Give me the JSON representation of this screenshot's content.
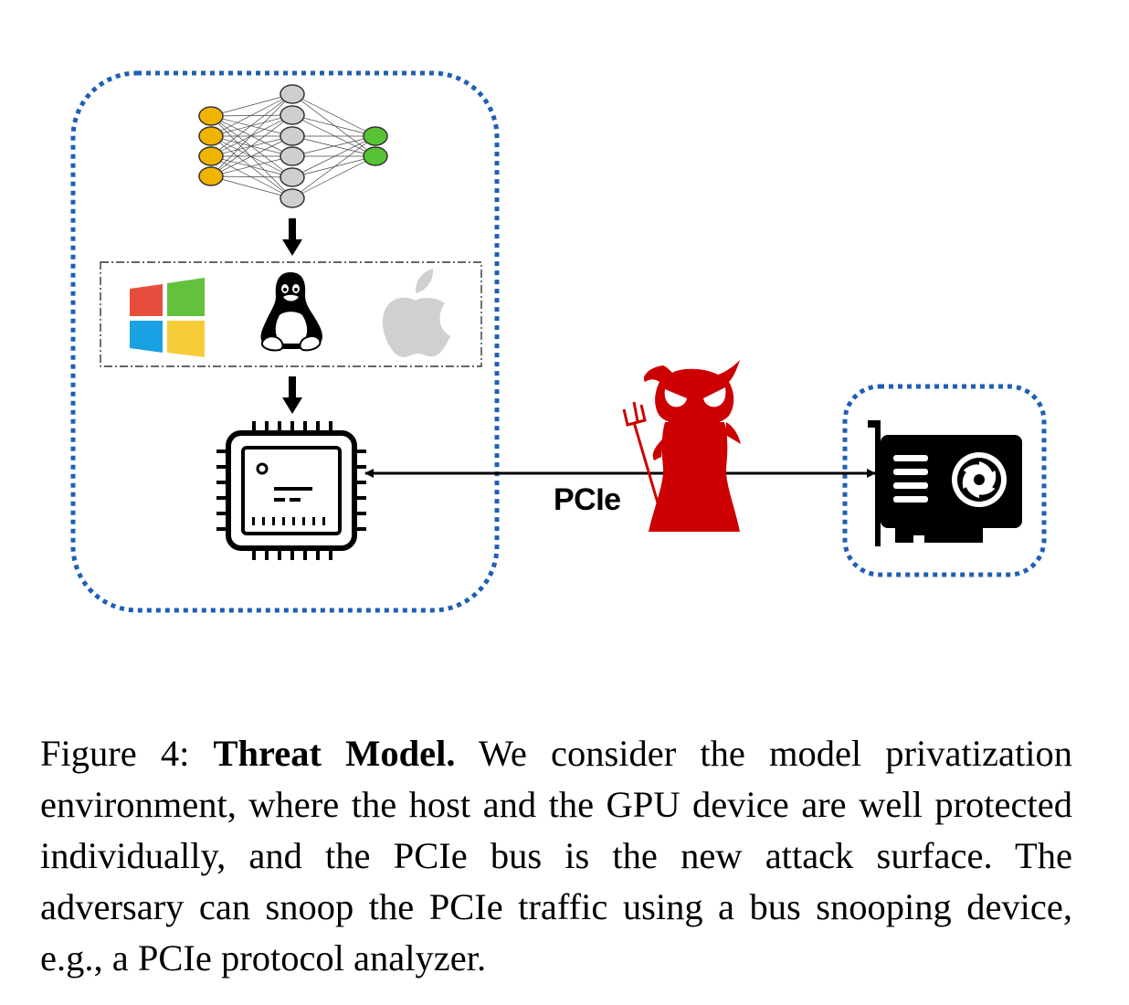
{
  "figure": {
    "link_label": "PCIe",
    "icons": {
      "neural_network": "neural-network-icon",
      "os_windows": "windows-logo-icon",
      "os_linux": "linux-tux-icon",
      "os_apple": "apple-logo-icon",
      "cpu": "cpu-chip-icon",
      "gpu": "gpu-card-icon",
      "adversary": "devil-icon"
    },
    "colors": {
      "boundary": "#1f5fb4",
      "adversary": "#cc0000",
      "input_node": "#f0b400",
      "hidden_node": "#cfcfcf",
      "output_node": "#57c234"
    }
  },
  "caption": {
    "label": "Figure 4:",
    "title": "Threat Model.",
    "body": "We consider the model privatization environment, where the host and the GPU device are well protected individually, and the PCIe bus is the new attack surface. The adversary can snoop the PCIe traffic using a bus snooping device, e.g., a PCIe protocol analyzer."
  }
}
